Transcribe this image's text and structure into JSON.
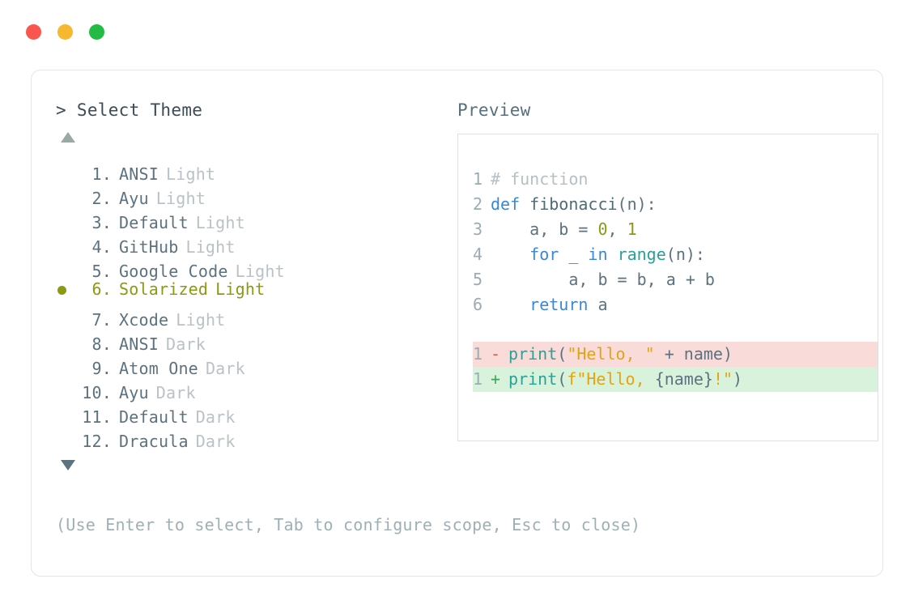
{
  "window": {
    "dots": [
      {
        "name": "close",
        "color": "#f9564f"
      },
      {
        "name": "minimize",
        "color": "#f5b82e"
      },
      {
        "name": "maximize",
        "color": "#22bb44"
      }
    ]
  },
  "picker": {
    "title": "> Select Theme",
    "scroll_up_icon": "triangle-up-icon",
    "scroll_down_icon": "triangle-down-icon",
    "selected_index": 6,
    "selected_color": "#8b9a11",
    "items": [
      {
        "index": "1.",
        "name": "ANSI",
        "variant": "Light",
        "selected": false
      },
      {
        "index": "2.",
        "name": "Ayu",
        "variant": "Light",
        "selected": false
      },
      {
        "index": "3.",
        "name": "Default",
        "variant": "Light",
        "selected": false
      },
      {
        "index": "4.",
        "name": "GitHub",
        "variant": "Light",
        "selected": false
      },
      {
        "index": "5.",
        "name": "Google Code",
        "variant": "Light",
        "selected": false
      },
      {
        "index": "6.",
        "name": "Solarized",
        "variant": "Light",
        "selected": true
      },
      {
        "index": "7.",
        "name": "Xcode",
        "variant": "Light",
        "selected": false
      },
      {
        "index": "8.",
        "name": "ANSI",
        "variant": "Dark",
        "selected": false
      },
      {
        "index": "9.",
        "name": "Atom One",
        "variant": "Dark",
        "selected": false
      },
      {
        "index": "10.",
        "name": "Ayu",
        "variant": "Dark",
        "selected": false
      },
      {
        "index": "11.",
        "name": "Default",
        "variant": "Dark",
        "selected": false
      },
      {
        "index": "12.",
        "name": "Dracula",
        "variant": "Dark",
        "selected": false
      }
    ]
  },
  "preview": {
    "title": "Preview",
    "code": {
      "lines": [
        {
          "no": "1",
          "tokens": [
            {
              "t": "# function",
              "c": "comment"
            }
          ]
        },
        {
          "no": "2",
          "tokens": [
            {
              "t": "def ",
              "c": "kw"
            },
            {
              "t": "fibonacci",
              "c": "fn"
            },
            {
              "t": "(n):",
              "c": "punct"
            }
          ]
        },
        {
          "no": "3",
          "tokens": [
            {
              "t": "    a, b = ",
              "c": "plain"
            },
            {
              "t": "0",
              "c": "num"
            },
            {
              "t": ", ",
              "c": "plain"
            },
            {
              "t": "1",
              "c": "num"
            }
          ]
        },
        {
          "no": "4",
          "tokens": [
            {
              "t": "    ",
              "c": "plain"
            },
            {
              "t": "for",
              "c": "kw"
            },
            {
              "t": " _ ",
              "c": "plain"
            },
            {
              "t": "in",
              "c": "kw"
            },
            {
              "t": " ",
              "c": "plain"
            },
            {
              "t": "range",
              "c": "builtin"
            },
            {
              "t": "(n):",
              "c": "punct"
            }
          ]
        },
        {
          "no": "5",
          "tokens": [
            {
              "t": "        a, b = b, a + b",
              "c": "plain"
            }
          ]
        },
        {
          "no": "6",
          "tokens": [
            {
              "t": "    ",
              "c": "plain"
            },
            {
              "t": "return",
              "c": "kw"
            },
            {
              "t": " a",
              "c": "plain"
            }
          ]
        }
      ]
    },
    "diff": {
      "removed": {
        "no": "1",
        "sign": "-",
        "tokens": [
          {
            "t": "print",
            "c": "builtin"
          },
          {
            "t": "(",
            "c": "punct"
          },
          {
            "t": "\"Hello, \"",
            "c": "str"
          },
          {
            "t": " + name",
            "c": "plain"
          },
          {
            "t": ")",
            "c": "punct"
          }
        ],
        "bg": "#f9dcda"
      },
      "added": {
        "no": "1",
        "sign": "+",
        "tokens": [
          {
            "t": "print",
            "c": "builtin"
          },
          {
            "t": "(",
            "c": "punct"
          },
          {
            "t": "f\"Hello, ",
            "c": "str"
          },
          {
            "t": "{name}",
            "c": "plain"
          },
          {
            "t": "!\"",
            "c": "str"
          },
          {
            "t": ")",
            "c": "punct"
          }
        ],
        "bg": "#d9f2dc"
      }
    }
  },
  "hint": "(Use Enter to select, Tab to configure scope, Esc to close)"
}
